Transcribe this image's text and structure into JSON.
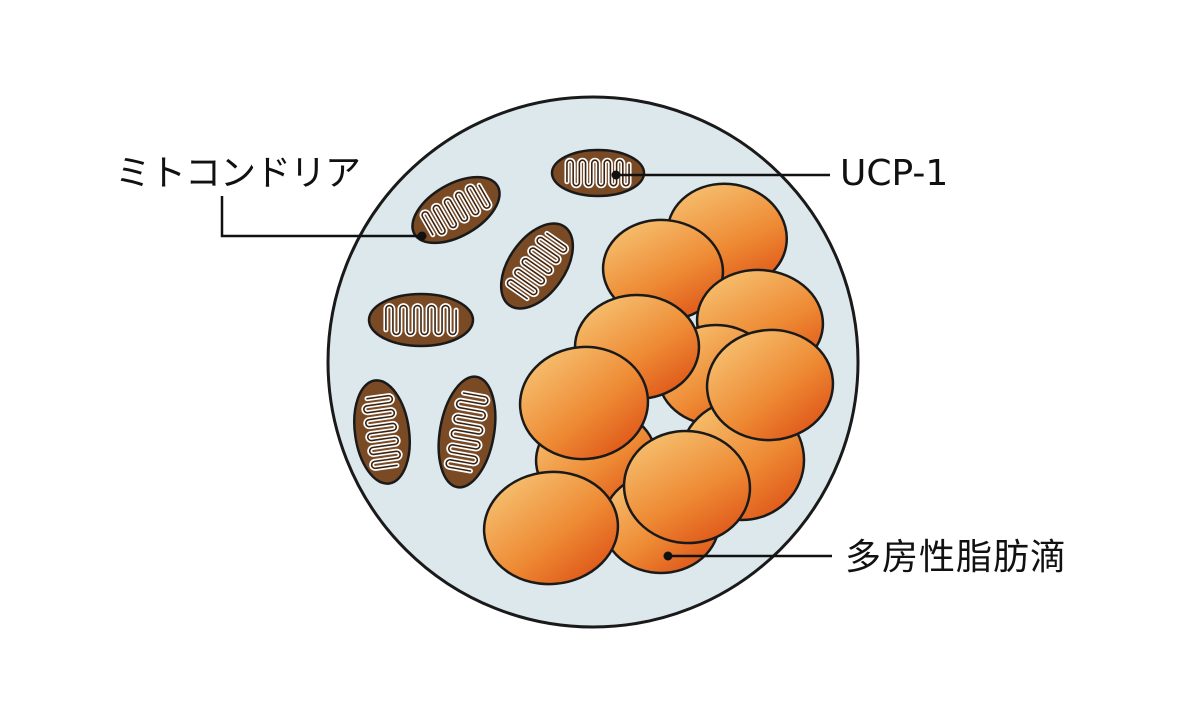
{
  "labels": {
    "mitochondria": "ミトコンドリア",
    "ucp1": "UCP-1",
    "lipid_droplet": "多房性脂肪滴"
  },
  "colors": {
    "cell_fill": "#dde8ec",
    "outline": "#1a1a1a",
    "mitochondria_fill": "#7a4a24",
    "droplet_light": "#f4b767",
    "droplet_dark": "#e0581a",
    "leader_line": "#111111"
  }
}
